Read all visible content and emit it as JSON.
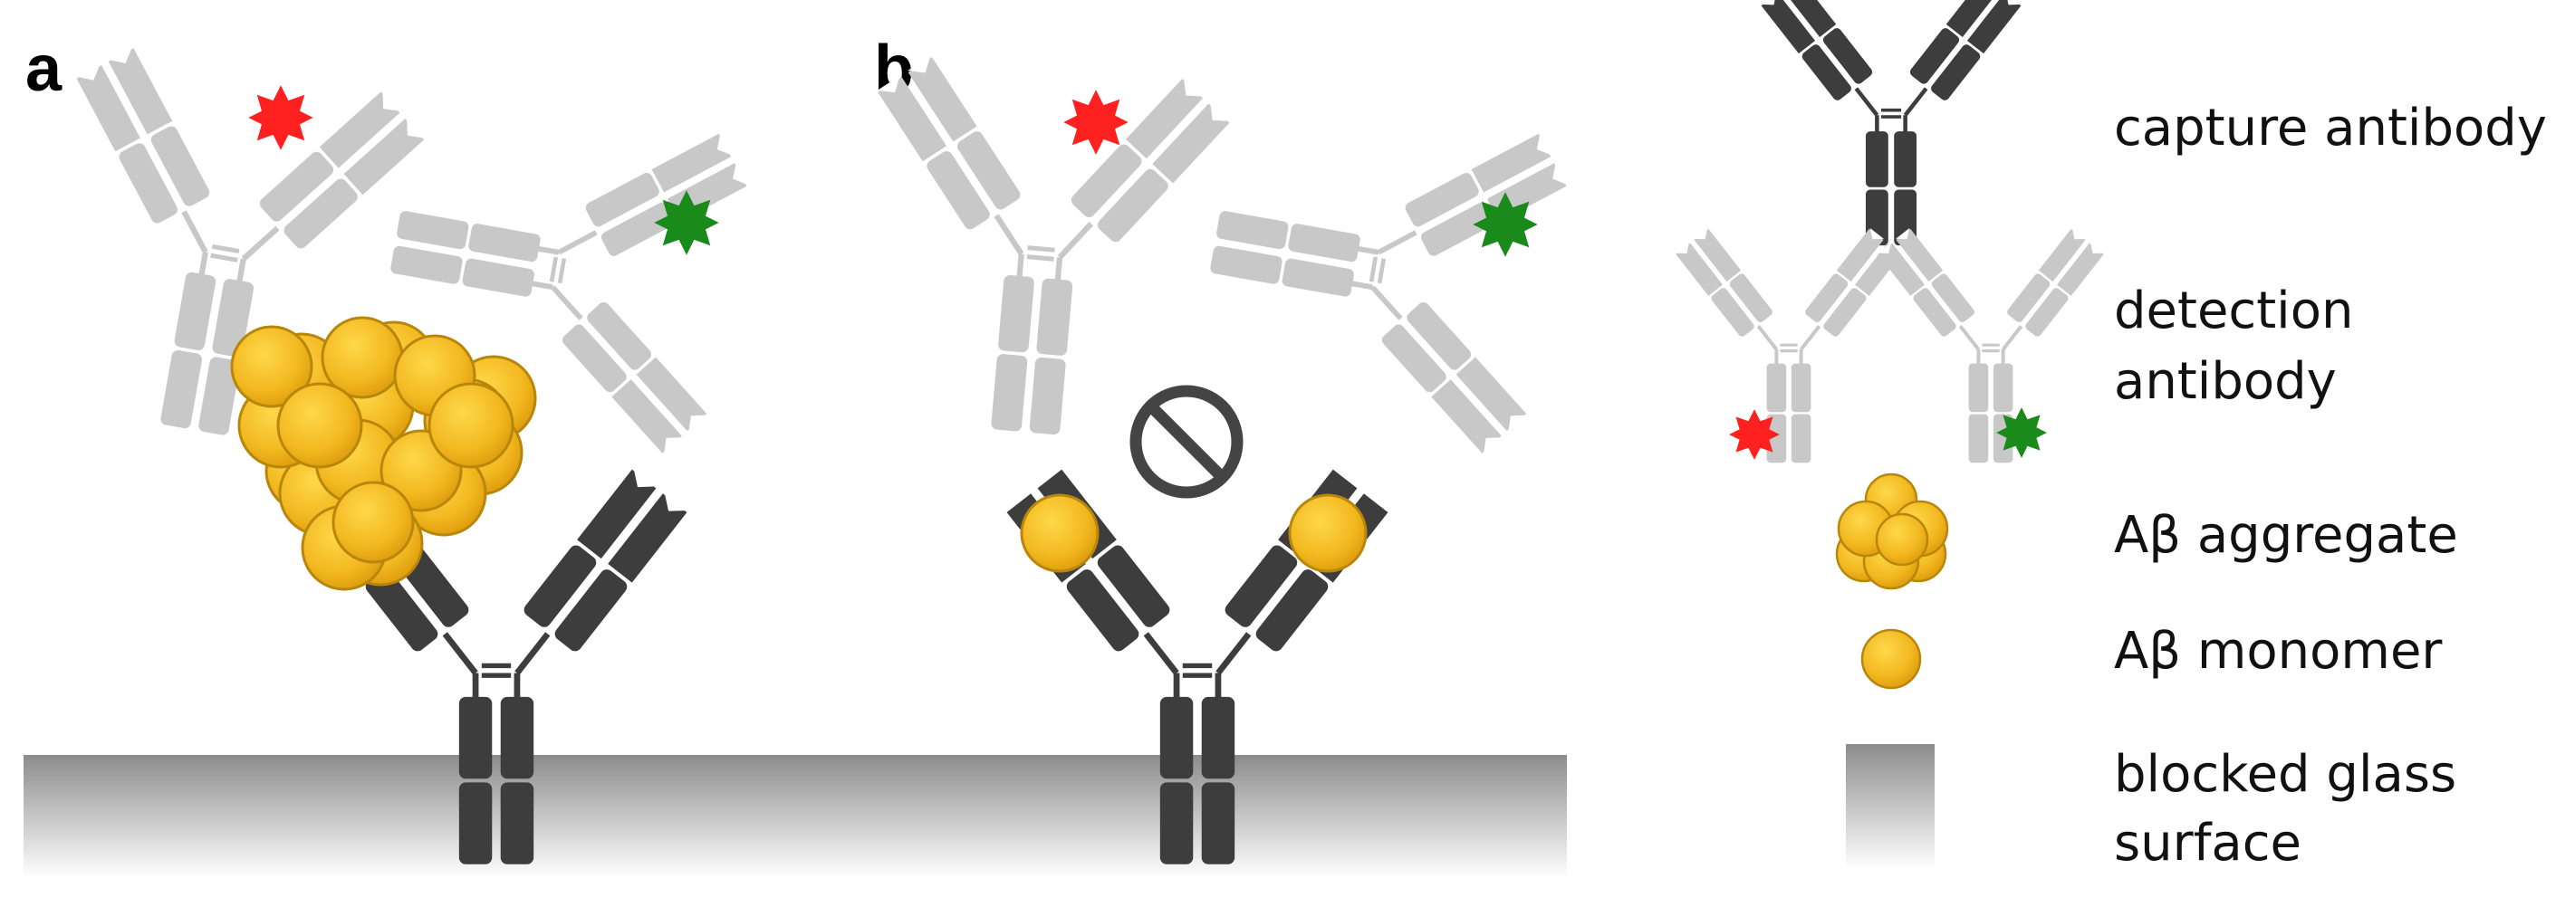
{
  "panels": {
    "a": {
      "letter": "a"
    },
    "b": {
      "letter": "b"
    }
  },
  "legend": {
    "capture_antibody": "capture antibody",
    "detection_antibody_line1": "detection",
    "detection_antibody_line2": "antibody",
    "aggregate": "Aβ aggregate",
    "monomer": "Aβ monomer",
    "surface_line1": "blocked glass",
    "surface_line2": "surface"
  },
  "colors": {
    "capture": "#3d3d3d",
    "detection": "#c8c8c8",
    "abeta_fill": "#f2b820",
    "abeta_stroke": "#b8860b",
    "label_red": "#ff2020",
    "label_green": "#1a8a1a"
  },
  "icons": {
    "blocked": "no-entry-icon"
  }
}
